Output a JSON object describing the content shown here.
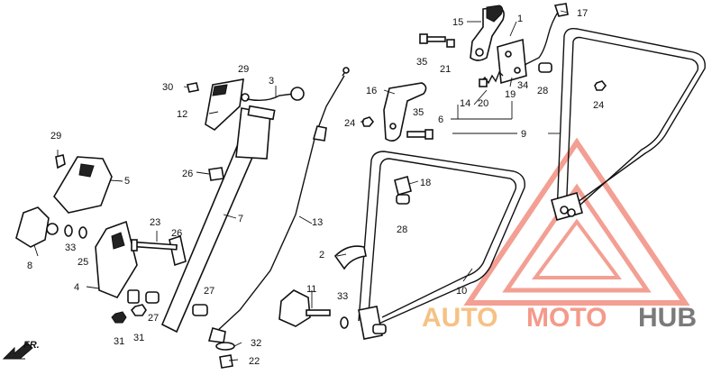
{
  "diagram": {
    "callouts": [
      {
        "id": "c1",
        "text": "1"
      },
      {
        "id": "c2",
        "text": "2"
      },
      {
        "id": "c3",
        "text": "3"
      },
      {
        "id": "c4",
        "text": "4"
      },
      {
        "id": "c5",
        "text": "5"
      },
      {
        "id": "c6",
        "text": "6"
      },
      {
        "id": "c7",
        "text": "7"
      },
      {
        "id": "c8",
        "text": "8"
      },
      {
        "id": "c9",
        "text": "9"
      },
      {
        "id": "c10",
        "text": "10"
      },
      {
        "id": "c11",
        "text": "11"
      },
      {
        "id": "c12",
        "text": "12"
      },
      {
        "id": "c13",
        "text": "13"
      },
      {
        "id": "c14",
        "text": "14"
      },
      {
        "id": "c15",
        "text": "15"
      },
      {
        "id": "c16",
        "text": "16"
      },
      {
        "id": "c17",
        "text": "17"
      },
      {
        "id": "c18",
        "text": "18"
      },
      {
        "id": "c19",
        "text": "19"
      },
      {
        "id": "c20",
        "text": "20"
      },
      {
        "id": "c21",
        "text": "21"
      },
      {
        "id": "c22",
        "text": "22"
      },
      {
        "id": "c23",
        "text": "23"
      },
      {
        "id": "c24a",
        "text": "24"
      },
      {
        "id": "c24b",
        "text": "24"
      },
      {
        "id": "c25",
        "text": "25"
      },
      {
        "id": "c26a",
        "text": "26"
      },
      {
        "id": "c26b",
        "text": "26"
      },
      {
        "id": "c27a",
        "text": "27"
      },
      {
        "id": "c27b",
        "text": "27"
      },
      {
        "id": "c28a",
        "text": "28"
      },
      {
        "id": "c28b",
        "text": "28"
      },
      {
        "id": "c29a",
        "text": "29"
      },
      {
        "id": "c29b",
        "text": "29"
      },
      {
        "id": "c30",
        "text": "30"
      },
      {
        "id": "c31a",
        "text": "31"
      },
      {
        "id": "c31b",
        "text": "31"
      },
      {
        "id": "c32",
        "text": "32"
      },
      {
        "id": "c33a",
        "text": "33"
      },
      {
        "id": "c33b",
        "text": "33"
      },
      {
        "id": "c34",
        "text": "34"
      },
      {
        "id": "c35a",
        "text": "35"
      },
      {
        "id": "c35b",
        "text": "35"
      }
    ],
    "direction_label": "FR.",
    "watermark": {
      "word_auto": "AUTO",
      "word_moto": "MOTO",
      "word_hub": "HUB",
      "auto_color": "#f6c184",
      "moto_color": "#f49a8a",
      "hub_color": "#7a7a7a",
      "logo_color": "#f08070"
    }
  }
}
